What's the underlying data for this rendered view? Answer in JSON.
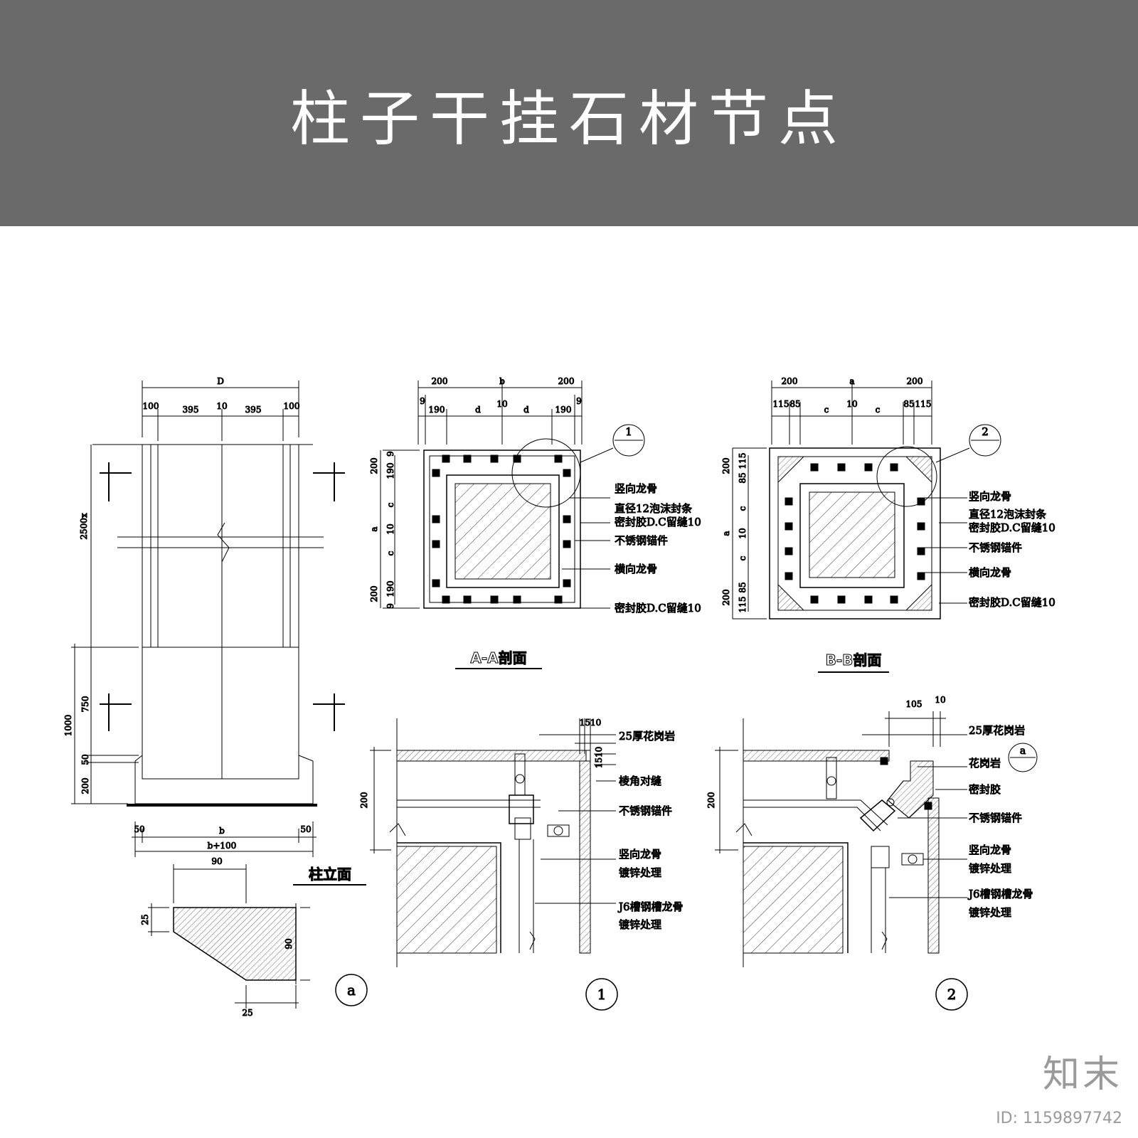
{
  "banner": {
    "title": "柱子干挂石材节点"
  },
  "elevation": {
    "caption": "柱立面",
    "dims_top": {
      "total": "D",
      "d100a": "100",
      "d395a": "395",
      "d10": "10",
      "d395b": "395",
      "d100b": "100"
    },
    "dims_left": {
      "h2500": "2500x",
      "h1000": "1000",
      "h750": "750",
      "h50": "50",
      "h200": "200"
    },
    "dims_bottom": {
      "d50a": "50",
      "b": "b",
      "d50b": "50",
      "b100": "b+100"
    }
  },
  "section_a": {
    "caption": "A-A剖面",
    "dims_top": {
      "d200a": "200",
      "b": "b",
      "d200b": "200",
      "d9a": "9",
      "d190a": "190",
      "da": "d",
      "d10": "10",
      "db": "d",
      "d190b": "190",
      "d9b": "9"
    },
    "dims_left": {
      "d200a": "200",
      "d9a": "9",
      "d190a": "190",
      "a": "a",
      "ca": "c",
      "d10": "10",
      "cb": "c",
      "d200b": "200",
      "d190b": "190",
      "d9b": "9"
    },
    "callout": "1",
    "labels": {
      "l1": "竖向龙骨",
      "l2": "直径12泡沫封条",
      "l3": "密封胶D.C留缝10",
      "l4": "不锈钢锚件",
      "l5": "横向龙骨",
      "l6": "密封胶D.C留缝10"
    }
  },
  "section_b": {
    "caption": "B-B剖面",
    "dims_top": {
      "d200a": "200",
      "a": "a",
      "d200b": "200",
      "d115a": "115",
      "d85a": "85",
      "ca": "c",
      "d10": "10",
      "cb": "c",
      "d85b": "85",
      "d115b": "115"
    },
    "dims_left": {
      "d200a": "200",
      "d115a": "115",
      "d85a": "85",
      "a": "a",
      "ca": "c",
      "d10": "10",
      "cb": "c",
      "d200b": "200",
      "d115b": "115",
      "d85b": "85"
    },
    "callout": "2",
    "labels": {
      "l1": "竖向龙骨",
      "l2": "直径12泡沫封条",
      "l3": "密封胶D.C留缝10",
      "l4": "不锈钢锚件",
      "l5": "横向龙骨",
      "l6": "密封胶D.C留缝10"
    }
  },
  "detail_a": {
    "tag": "a",
    "w_top": "90",
    "h_left": "25",
    "h_right": "90",
    "w_bottom": "25"
  },
  "detail_1": {
    "tag": "1",
    "dims": {
      "top": "1510",
      "side": "1510",
      "h": "200"
    },
    "labels": {
      "l1": "25厚花岗岩",
      "l2": "棱角对缝",
      "l3": "不锈钢锚件",
      "l4": "竖向龙骨",
      "l5": "镀锌处理",
      "l6": "J6槽钢槽龙骨",
      "l7": "镀锌处理"
    }
  },
  "detail_2": {
    "tag": "2",
    "dims": {
      "d105": "105",
      "d10": "10",
      "h": "200"
    },
    "ref_tag": "a",
    "labels": {
      "l1": "25厚花岗岩",
      "l2": "花岗岩",
      "l3": "密封胶",
      "l4": "不锈钢锚件",
      "l5": "竖向龙骨",
      "l6": "镀锌处理",
      "l7": "J6槽钢槽龙骨",
      "l8": "镀锌处理"
    }
  },
  "watermark": {
    "logo": "知末",
    "id": "ID: 1159897742"
  }
}
